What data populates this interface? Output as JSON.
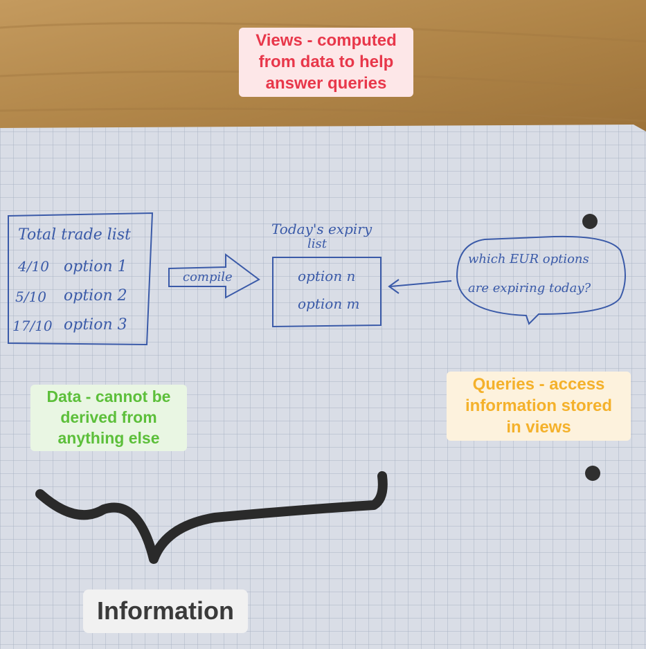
{
  "annotations": {
    "views": "Views - computed\nfrom data to help\nanswer queries",
    "data": "Data - cannot be\nderived from\nanything else",
    "queries": "Queries - access\ninformation stored\nin views",
    "information": "Information"
  },
  "sketch": {
    "trade_list": {
      "title": "Total trade list",
      "rows": [
        {
          "date": "4/10",
          "item": "option 1"
        },
        {
          "date": "5/10",
          "item": "option 2"
        },
        {
          "date": "17/10",
          "item": "option 3"
        }
      ]
    },
    "arrow_label": "compile",
    "expiry_list": {
      "title_line1": "Today's expiry",
      "title_line2": "list",
      "items": [
        "option n",
        "option m"
      ]
    },
    "query_bubble": {
      "line1": "which EUR options",
      "line2": "are expiring today?"
    }
  },
  "colors": {
    "views": "#e8374a",
    "data": "#5cbf3a",
    "queries": "#f4b12b",
    "information": "#3a3a3a",
    "ink": "#3a5aa8"
  }
}
